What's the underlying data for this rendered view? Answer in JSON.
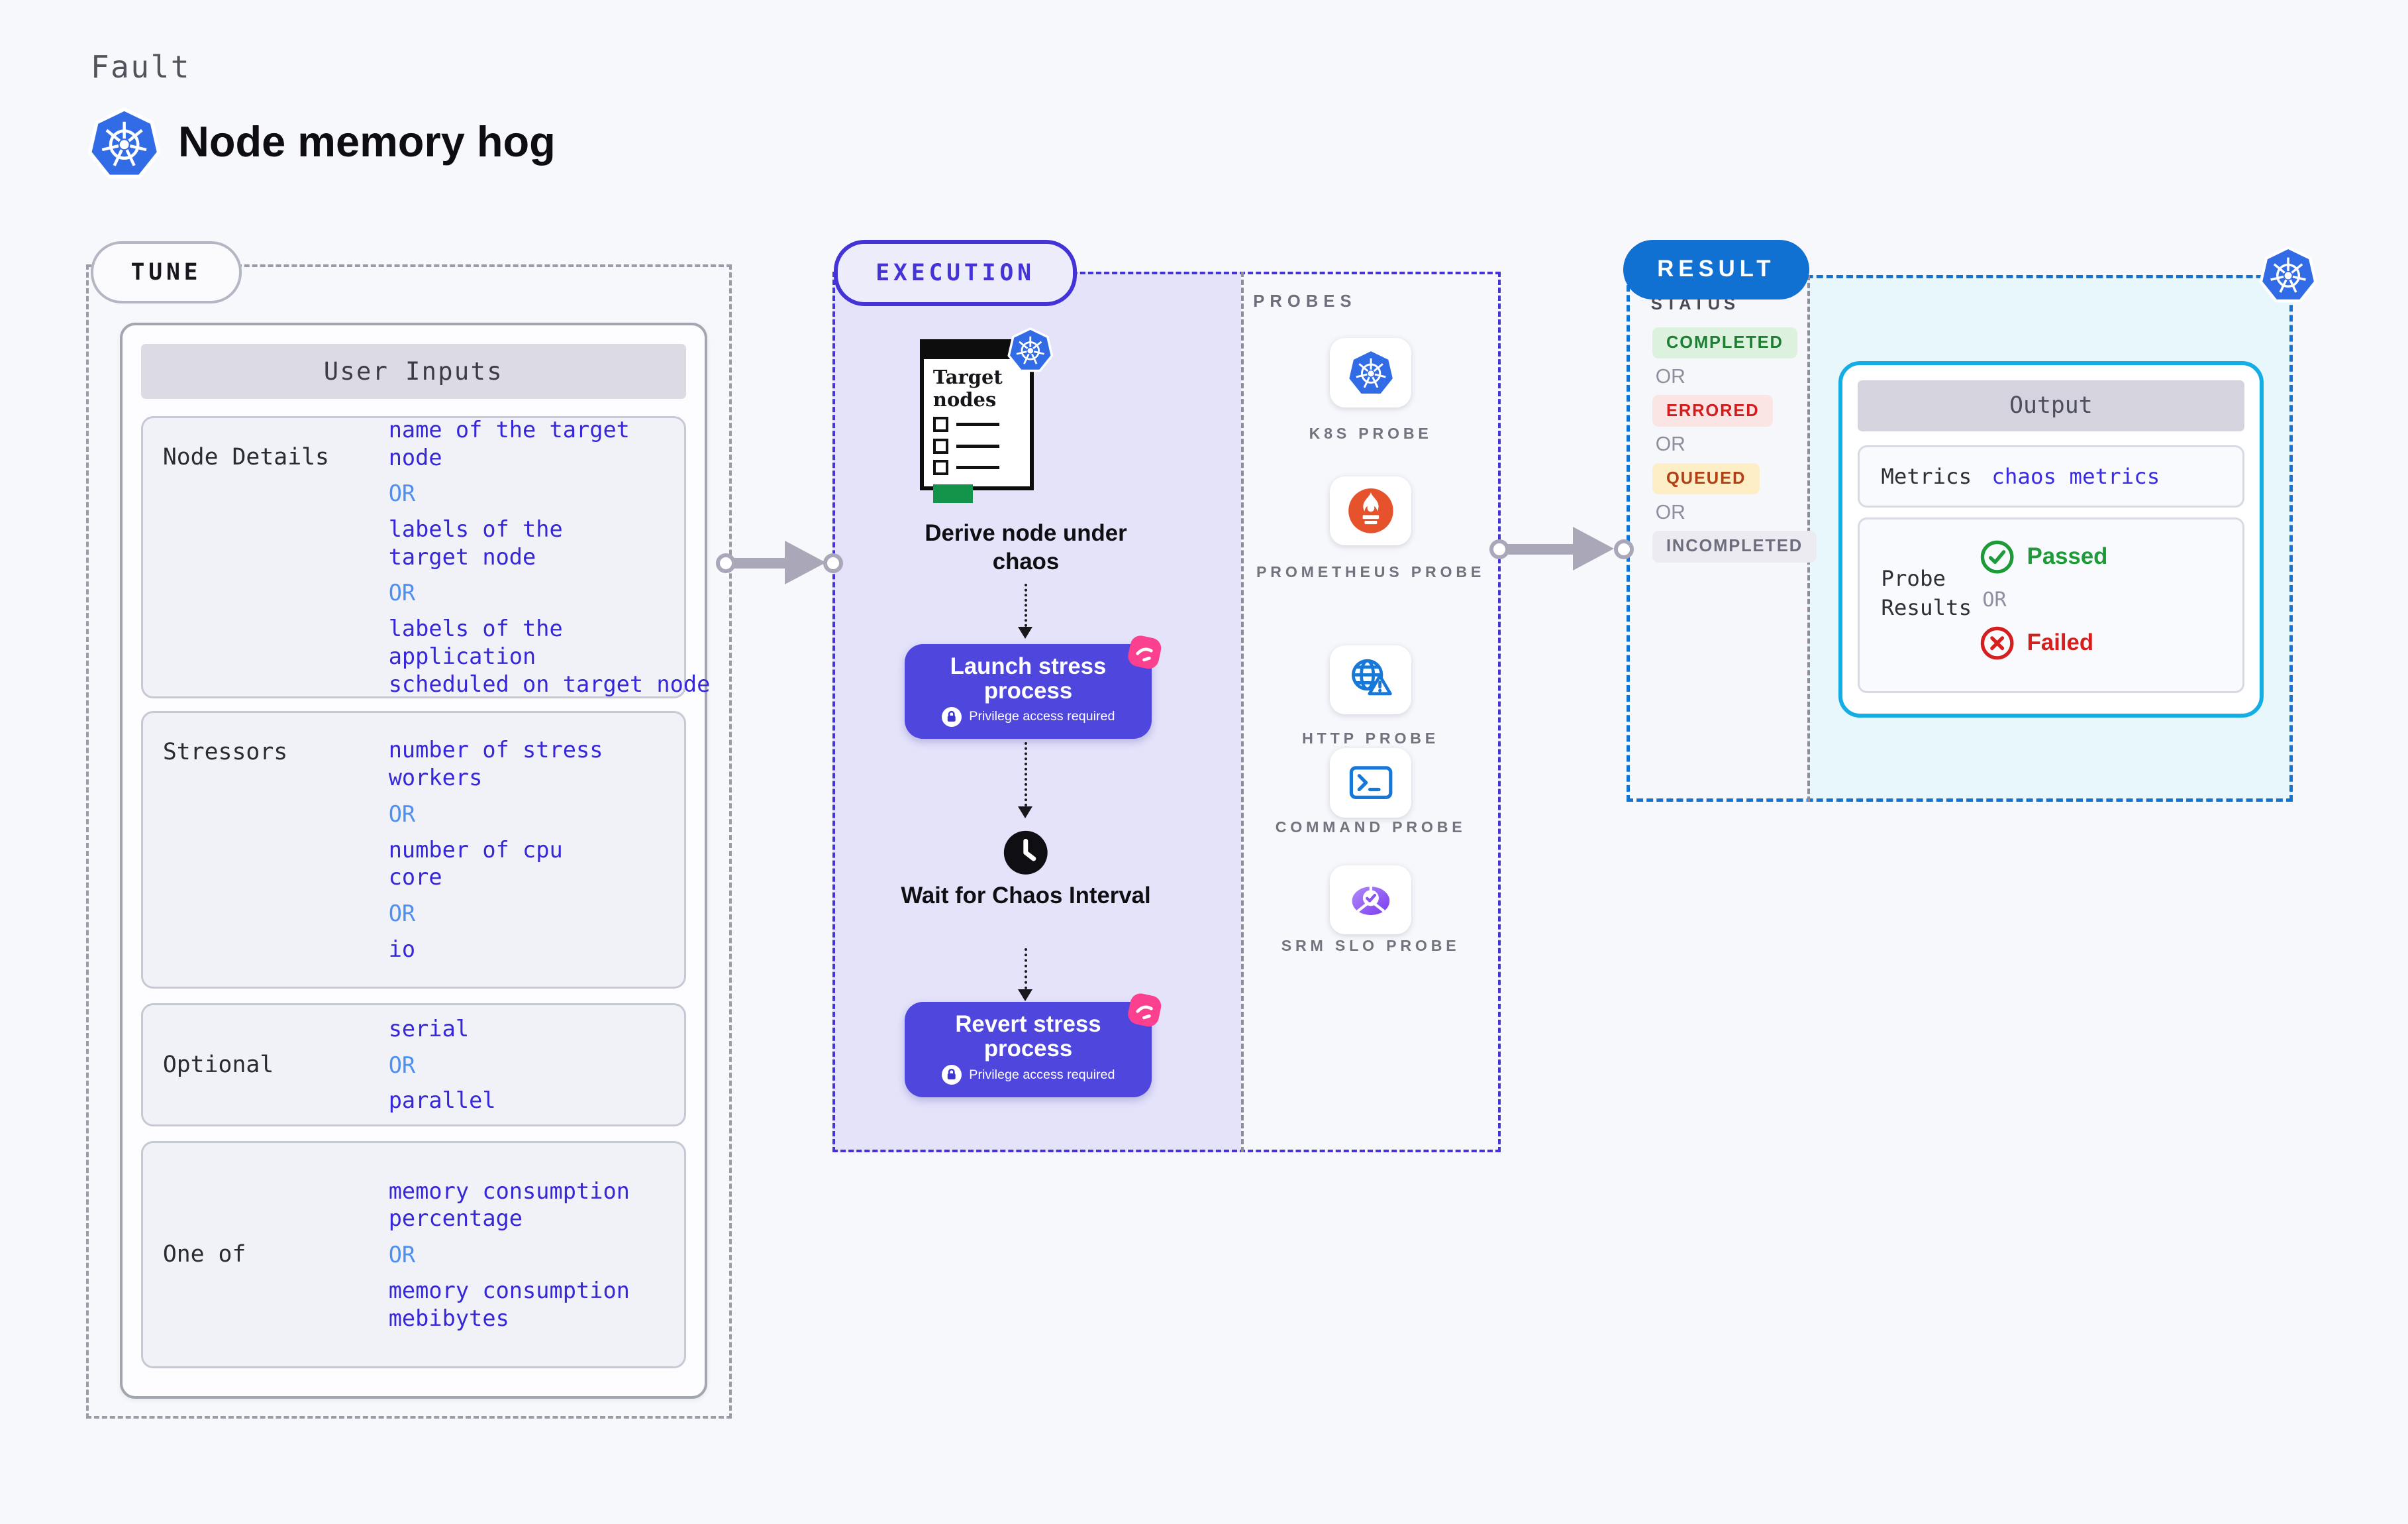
{
  "header": {
    "eyebrow": "Fault",
    "title": "Node memory hog"
  },
  "tune": {
    "badge": "TUNE",
    "card_title": "User Inputs",
    "or_label": "OR",
    "rows": [
      {
        "label": "Node Details",
        "options": [
          "name of the target\nnode",
          "labels of the\ntarget node",
          "labels of the application\nscheduled on target node"
        ]
      },
      {
        "label": "Stressors",
        "options": [
          "number of stress\nworkers",
          "number of cpu\ncore",
          "io"
        ]
      },
      {
        "label": "Optional",
        "options": [
          "serial",
          "parallel"
        ]
      },
      {
        "label": "One of",
        "options": [
          "memory consumption\npercentage",
          "memory consumption\nmebibytes"
        ]
      }
    ]
  },
  "execution": {
    "badge": "EXECUTION",
    "target_window_title": "Target nodes",
    "derive_caption": "Derive node under chaos",
    "launch_label": "Launch stress process",
    "wait_caption": "Wait for Chaos Interval",
    "revert_label": "Revert stress process",
    "privilege_note": "Privilege access required"
  },
  "probes": {
    "title": "PROBES",
    "items": [
      {
        "label": "K8S PROBE",
        "icon": "kubernetes-icon"
      },
      {
        "label": "PROMETHEUS PROBE",
        "icon": "prometheus-icon"
      },
      {
        "label": "HTTP PROBE",
        "icon": "http-globe-warning-icon"
      },
      {
        "label": "COMMAND PROBE",
        "icon": "terminal-icon"
      },
      {
        "label": "SRM SLO PROBE",
        "icon": "slo-gauge-icon"
      }
    ]
  },
  "result": {
    "badge": "RESULT",
    "status_title": "STATUS",
    "or_label": "OR",
    "statuses": [
      {
        "label": "COMPLETED",
        "fg": "#1e7e33",
        "bg": "#dcf2de"
      },
      {
        "label": "ERRORED",
        "fg": "#d31d1d",
        "bg": "#fbe4e4"
      },
      {
        "label": "QUEUED",
        "fg": "#b23f16",
        "bg": "#fdeec5"
      },
      {
        "label": "INCOMPLETED",
        "fg": "#6d6d7e",
        "bg": "#ebebf1"
      }
    ],
    "output": {
      "title": "Output",
      "metrics_label": "Metrics",
      "metrics_value": "chaos metrics",
      "probe_results_label": "Probe Results",
      "passed_label": "Passed",
      "failed_label": "Failed",
      "or_label": "OR"
    }
  },
  "colors": {
    "accent_indigo": "#4433d6",
    "button_indigo": "#4f46dd",
    "result_blue": "#1173d3",
    "output_border_cyan": "#14aee4",
    "value_blue": "#3628d9",
    "or_blue": "#4e90f0",
    "passed_green": "#1d9b38",
    "failed_red": "#d51f1f",
    "chaos_pink": "#fb4090"
  }
}
